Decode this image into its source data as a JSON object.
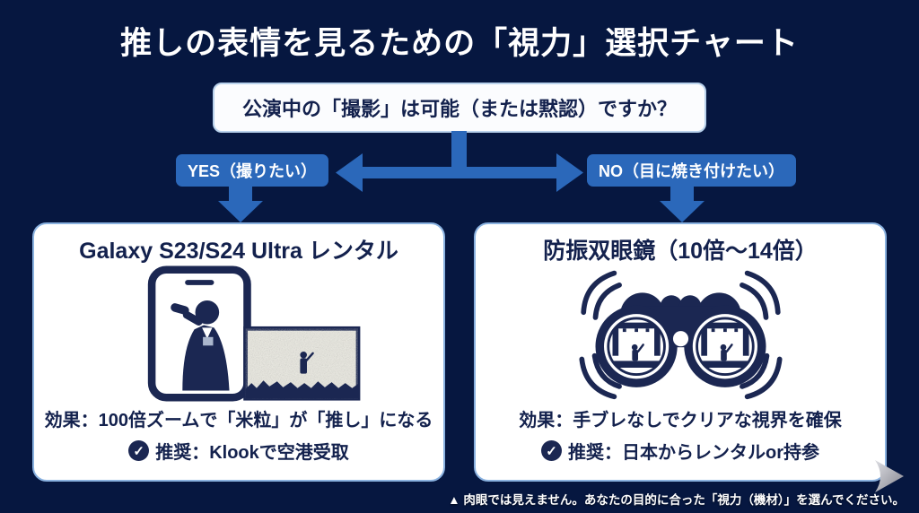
{
  "page": {
    "title": "推しの表情を見るための「視力」選択チャート",
    "footer_note": "▲ 肉眼では見えません。あなたの目的に合った「視力（機材）」を選んでください。"
  },
  "flowchart": {
    "question": "公演中の「撮影」は可能（または黙認）ですか？",
    "branch_yes_label": "YES（撮りたい）",
    "branch_no_label": "NO（目に焼き付けたい）",
    "options": {
      "galaxy": {
        "title": "Galaxy S23/S24 Ultra レンタル",
        "effect": "効果：100倍ズームで「米粒」が「推し」になる",
        "recommendation": "推奨：Klookで空港受取",
        "illustration": "smartphone-100x-zoom"
      },
      "binoculars": {
        "title": "防振双眼鏡（10倍～14倍）",
        "effect": "効果：手ブレなしでクリアな視界を確保",
        "recommendation": "推奨：日本からレンタルor持参",
        "illustration": "anti-shake-binoculars"
      }
    }
  },
  "icons": {
    "check": "✓"
  },
  "colors": {
    "background": "#061740",
    "accent_blue": "#2b68ba",
    "navy_ink": "#1b2752",
    "card_border": "#8ab2e0"
  }
}
